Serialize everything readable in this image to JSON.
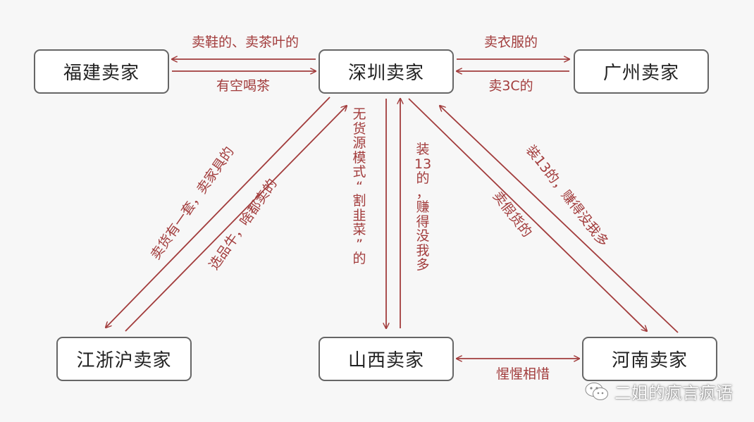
{
  "nodes": {
    "fujian": "福建卖家",
    "shenzhen": "深圳卖家",
    "guangzhou": "广州卖家",
    "jzh": "江浙沪卖家",
    "shanxi": "山西卖家",
    "henan": "河南卖家"
  },
  "edges": {
    "sz_to_fj": "卖鞋的、卖茶叶的",
    "fj_to_sz": "有空喝茶",
    "sz_to_gz": "卖衣服的",
    "gz_to_sz": "卖3C的",
    "sz_to_jzh": "卖货有一套，卖家具的",
    "jzh_to_sz": "选品牛，啥都卖的",
    "sz_to_sx": "无货源模式“割韭菜”的",
    "sx_to_sz": "装13的，赚得没我多",
    "sz_to_hn": "卖假货的",
    "hn_to_sz": "装13的，赚得没我多",
    "sx_hn": "惺惺相惜"
  },
  "watermark": {
    "text": "二姐的疯言疯语",
    "icon": "wechat-icon"
  },
  "colors": {
    "arrow": "#a23c3c",
    "label": "#a23c3c",
    "node_border": "#666666",
    "background": "#f7f7f7"
  }
}
